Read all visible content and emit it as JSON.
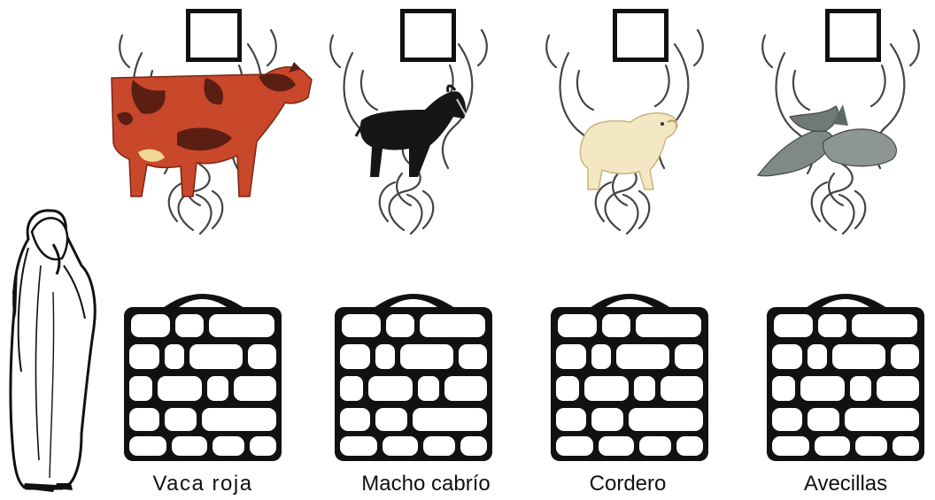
{
  "offerings": [
    {
      "id": "cow",
      "label": "Vaca roja",
      "animal_icon": "red-cow",
      "checked": false
    },
    {
      "id": "goat",
      "label": "Macho cabrío",
      "animal_icon": "black-goat",
      "checked": false
    },
    {
      "id": "lamb",
      "label": "Cordero",
      "animal_icon": "white-lamb",
      "checked": false
    },
    {
      "id": "birds",
      "label": "Avecillas",
      "animal_icon": "small-birds",
      "checked": false
    }
  ],
  "figure_icon": "robed-man",
  "altar_icon": "stone-altar",
  "smoke_icon": "rising-smoke",
  "colors": {
    "cow_body": "#c9472a",
    "cow_spots": "#5a1e12",
    "goat": "#161616",
    "lamb": "#f4e8c4",
    "birds": "#7f8a86",
    "ink": "#111111"
  }
}
